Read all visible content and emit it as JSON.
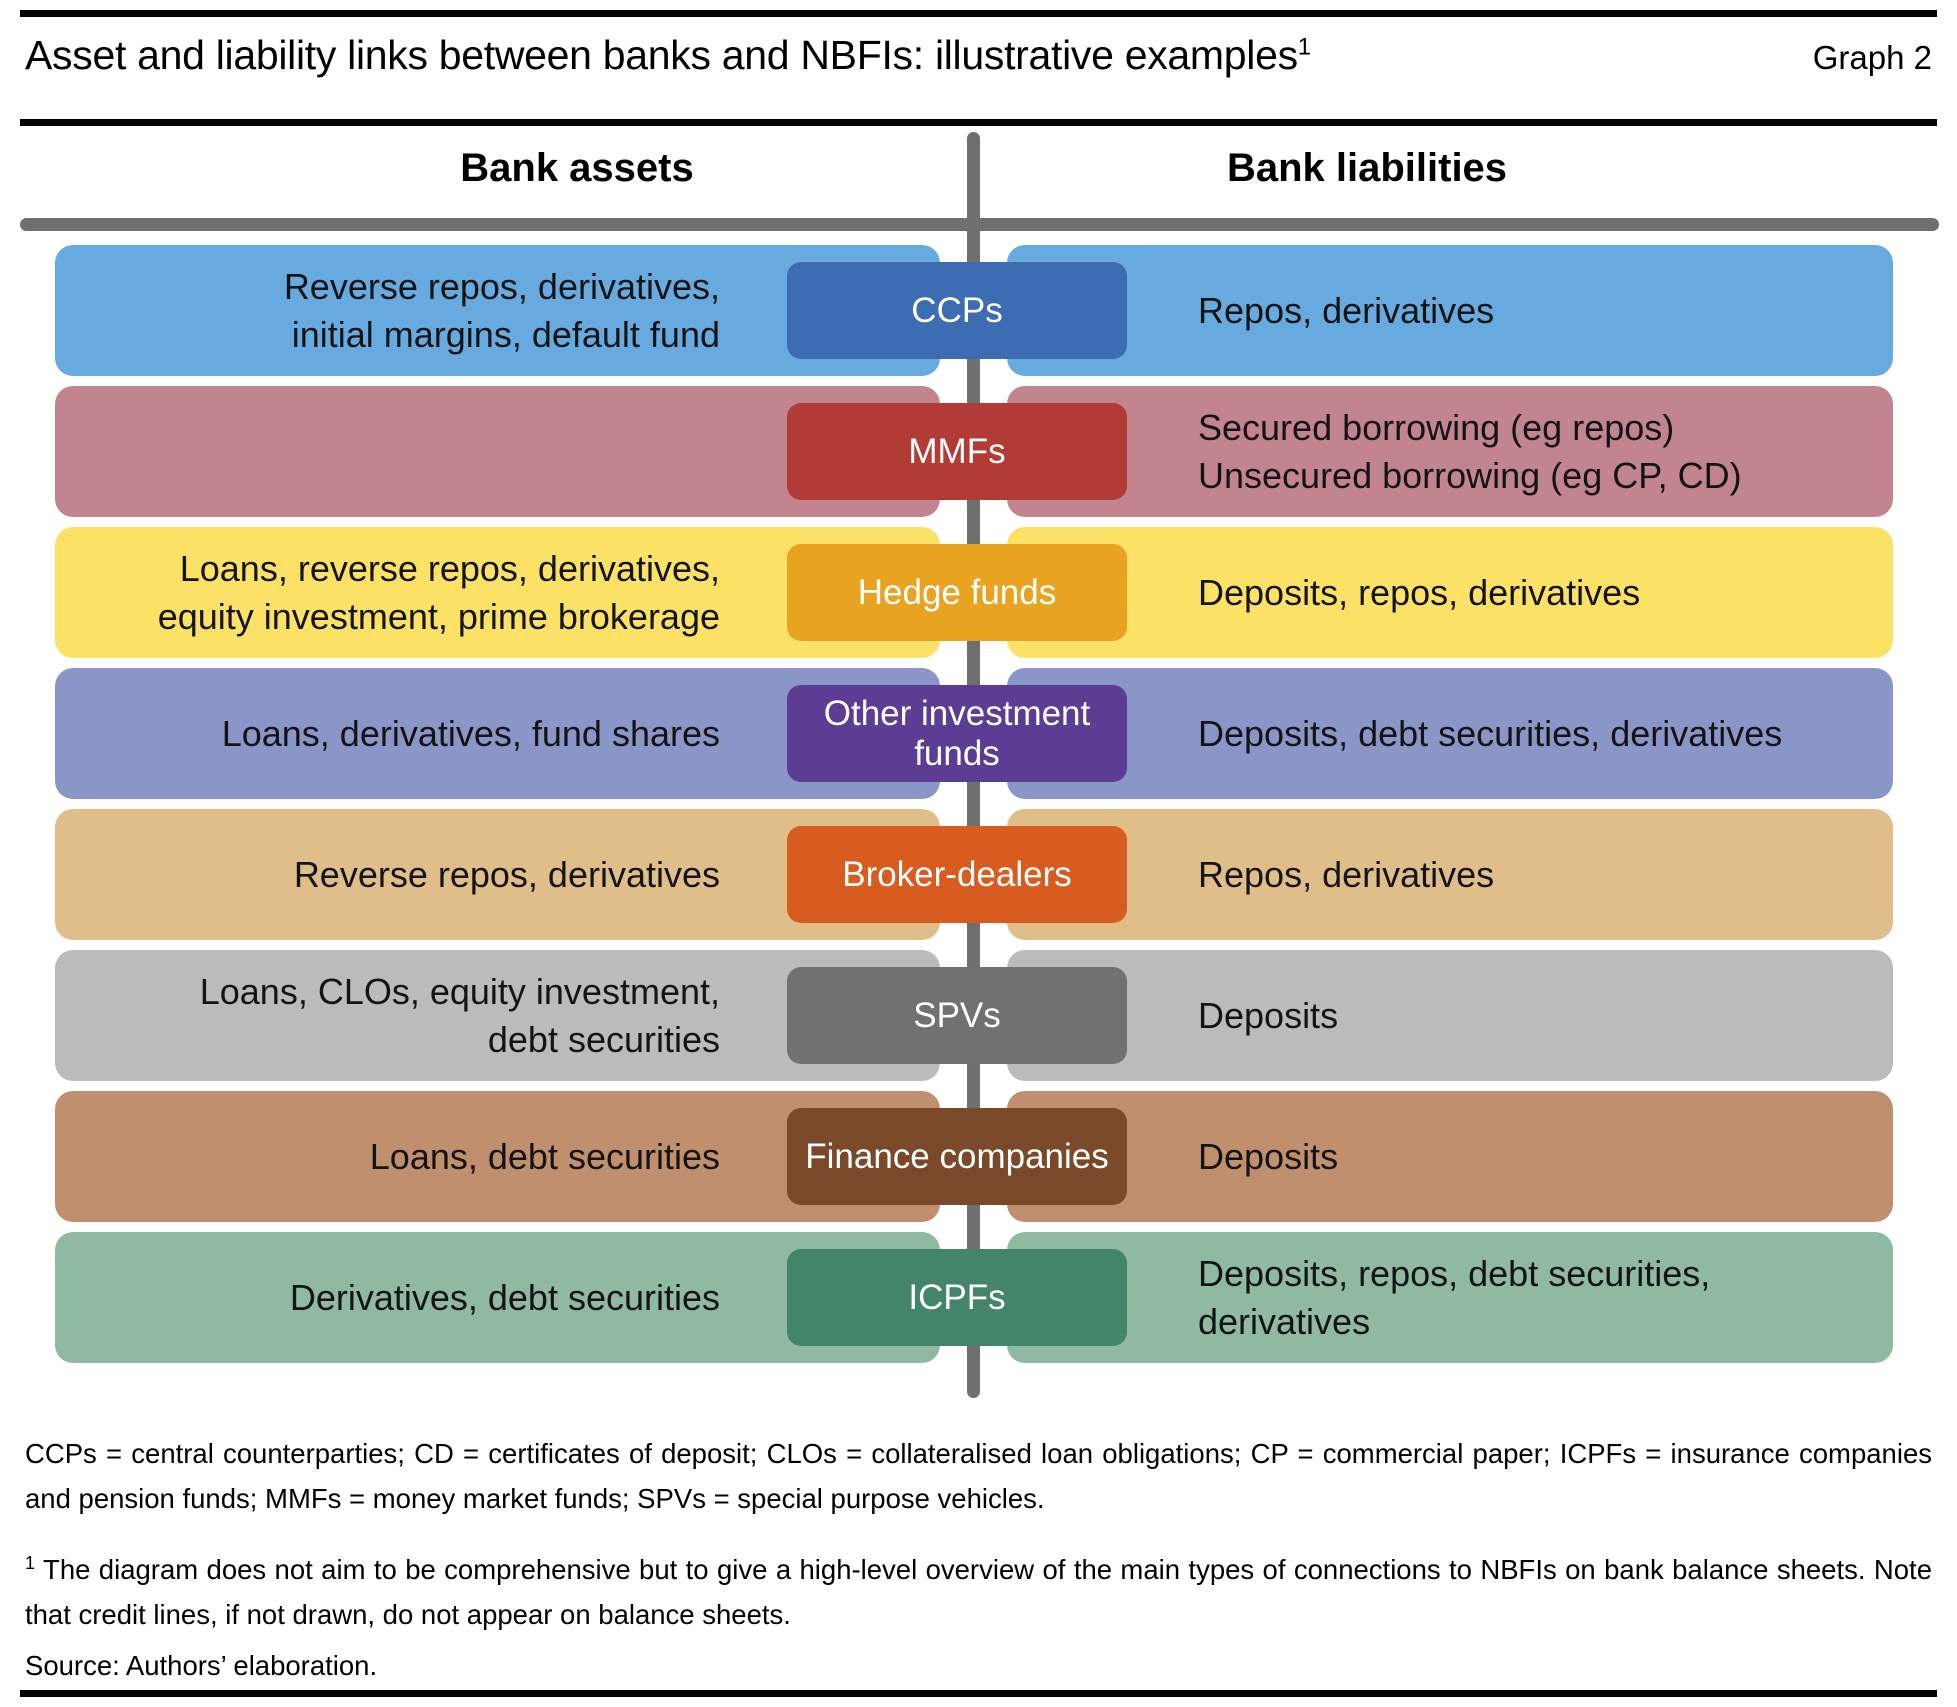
{
  "header": {
    "title": "Asset and liability links between banks and NBFIs: illustrative examples",
    "title_superscript": "1",
    "graph_label": "Graph 2"
  },
  "columns": {
    "left": "Bank assets",
    "right": "Bank liabilities"
  },
  "styles": {
    "rule_color": "#000000",
    "divider_color": "#6F6F6F"
  },
  "rows": [
    {
      "id": "ccps",
      "entity": "CCPs",
      "assets": "Reverse repos, derivatives,\ninitial margins, default fund",
      "liabilities": "Repos, derivatives",
      "band_color": "#67AADF",
      "box_color": "#3C6CB2"
    },
    {
      "id": "mmfs",
      "entity": "MMFs",
      "assets": "",
      "liabilities": "Secured borrowing (eg repos)\nUnsecured borrowing (eg CP, CD)",
      "band_color": "#C28590",
      "box_color": "#B23B35"
    },
    {
      "id": "hedge-funds",
      "entity": "Hedge funds",
      "assets": "Loans, reverse repos, derivatives,\nequity investment, prime brokerage",
      "liabilities": "Deposits, repos, derivatives",
      "band_color": "#FBE166",
      "box_color": "#E8A421"
    },
    {
      "id": "other-investment-funds",
      "entity": "Other investment\nfunds",
      "assets": "Loans, derivatives, fund shares",
      "liabilities": "Deposits, debt securities, derivatives",
      "band_color": "#8B96C8",
      "box_color": "#5C3D93"
    },
    {
      "id": "broker-dealers",
      "entity": "Broker-dealers",
      "assets": "Reverse repos, derivatives",
      "liabilities": "Repos, derivatives",
      "band_color": "#E0BE8A",
      "box_color": "#D85C20"
    },
    {
      "id": "spvs",
      "entity": "SPVs",
      "assets": "Loans, CLOs, equity investment,\ndebt securities",
      "liabilities": "Deposits",
      "band_color": "#BBBBBB",
      "box_color": "#717171"
    },
    {
      "id": "finance-companies",
      "entity": "Finance companies",
      "assets": "Loans, debt securities",
      "liabilities": "Deposits",
      "band_color": "#C08F6E",
      "box_color": "#7A492A"
    },
    {
      "id": "icpfs",
      "entity": "ICPFs",
      "assets": "Derivatives, debt securities",
      "liabilities": "Deposits, repos, debt securities,\nderivatives",
      "band_color": "#8FB9A1",
      "box_color": "#428569"
    }
  ],
  "footnotes": {
    "abbreviations": "CCPs = central counterparties; CD = certificates of deposit; CLOs = collateralised loan obligations; CP = commercial paper; ICPFs = insurance companies and pension funds; MMFs = money market funds; SPVs = special purpose vehicles.",
    "note_marker": "1",
    "note_text": "The diagram does not aim to be comprehensive but to give a high-level overview of the main types of connections to NBFIs on bank balance sheets. Note that credit lines, if not drawn, do not appear on balance sheets.",
    "source": "Source: Authors’ elaboration."
  }
}
